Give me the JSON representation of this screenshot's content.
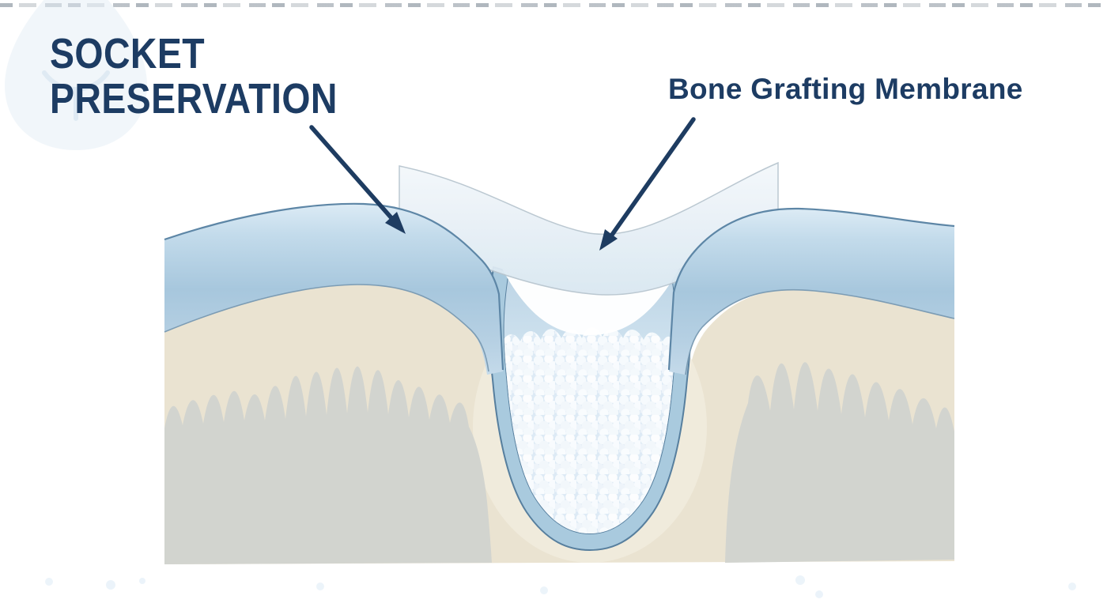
{
  "title": {
    "line1": "SOCKET",
    "line2": "PRESERVATION"
  },
  "labels": {
    "membrane": "Bone Grafting Membrane"
  },
  "icons": {
    "watermark": "tooth-watermark-icon"
  },
  "colors": {
    "text": "#1d3c63",
    "arrow": "#1e3c61",
    "gum_fill_mid": "#a7c7dd",
    "gum_outline": "#5d86a6",
    "gum_bone_boundary": "#7c9cb4",
    "bone": "#eae3d1",
    "bone_halo": "#f1ebdd",
    "trabecular_bone": "#d2d4cf",
    "socket_rim": "#a9cade",
    "rim_outline": "#577f9e",
    "socket_interior_top": "#bcd4e5",
    "socket_interior_bottom": "#e0edf6",
    "granule_bed": "#ddeaf5",
    "granule": "#f6fafd",
    "membrane_gap_white": "#ffffff",
    "membrane_fill_top": "#f4f8fb",
    "membrane_fill_bottom": "#d9e7f1",
    "membrane_outline": "#b7c5cf",
    "watermark": "#e3edf6",
    "speck": "#dcebf6"
  }
}
